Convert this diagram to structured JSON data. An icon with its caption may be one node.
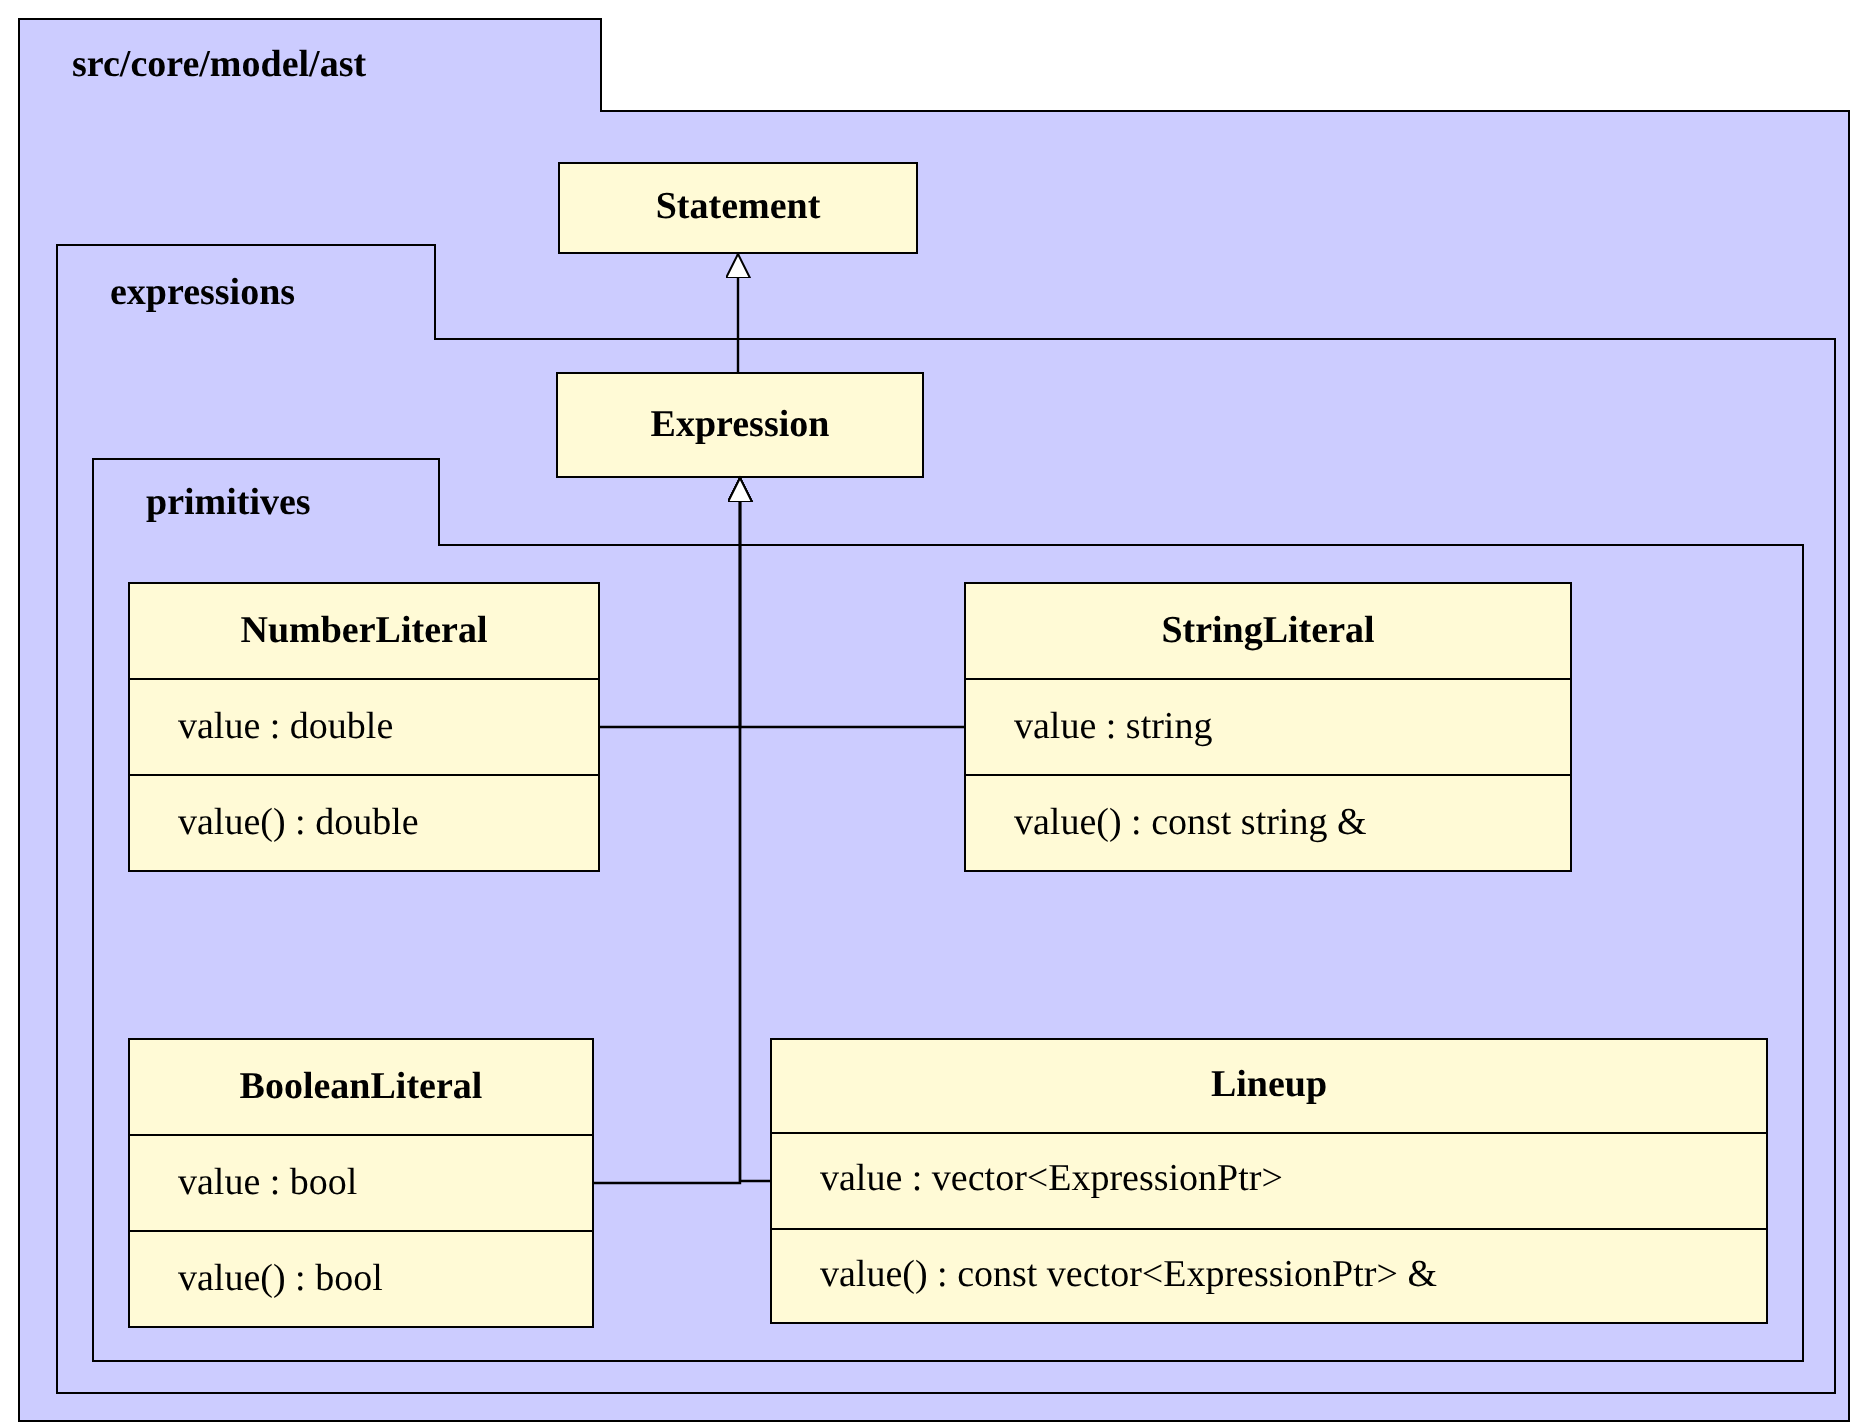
{
  "diagram": {
    "nodes": [
      {
        "text": [
          "src/core/model/ast"
        ]
      },
      {
        "text": [
          "Statement"
        ],
        "in": 0
      },
      {
        "text": [
          "expressions"
        ],
        "in": 0
      },
      {
        "text": [
          "Expression"
        ],
        "in": 2
      },
      {
        "text": [
          "primitives"
        ],
        "in": 2
      },
      {
        "text": [
          "NumberLiteral",
          "value : double",
          "value() : double"
        ],
        "in": 4
      },
      {
        "text": [
          "StringLiteral",
          "value : string",
          "value() : const string &"
        ],
        "in": 4
      },
      {
        "text": [
          "BooleanLiteral",
          "value : bool",
          "value() : bool"
        ],
        "in": 4
      },
      {
        "text": [
          "Lineup",
          "value : vector<ExpressionPtr>",
          "value() : const vector<ExpressionPtr> &"
        ],
        "in": 4
      }
    ],
    "edges": [
      {
        "from": 3,
        "to": 1,
        "arrow": "to"
      },
      {
        "from": 5,
        "to": 3,
        "arrow": "to"
      },
      {
        "from": 6,
        "to": 3,
        "arrow": "to"
      },
      {
        "from": 7,
        "to": 3,
        "arrow": "to"
      },
      {
        "from": 8,
        "to": 3,
        "arrow": "to"
      }
    ]
  }
}
